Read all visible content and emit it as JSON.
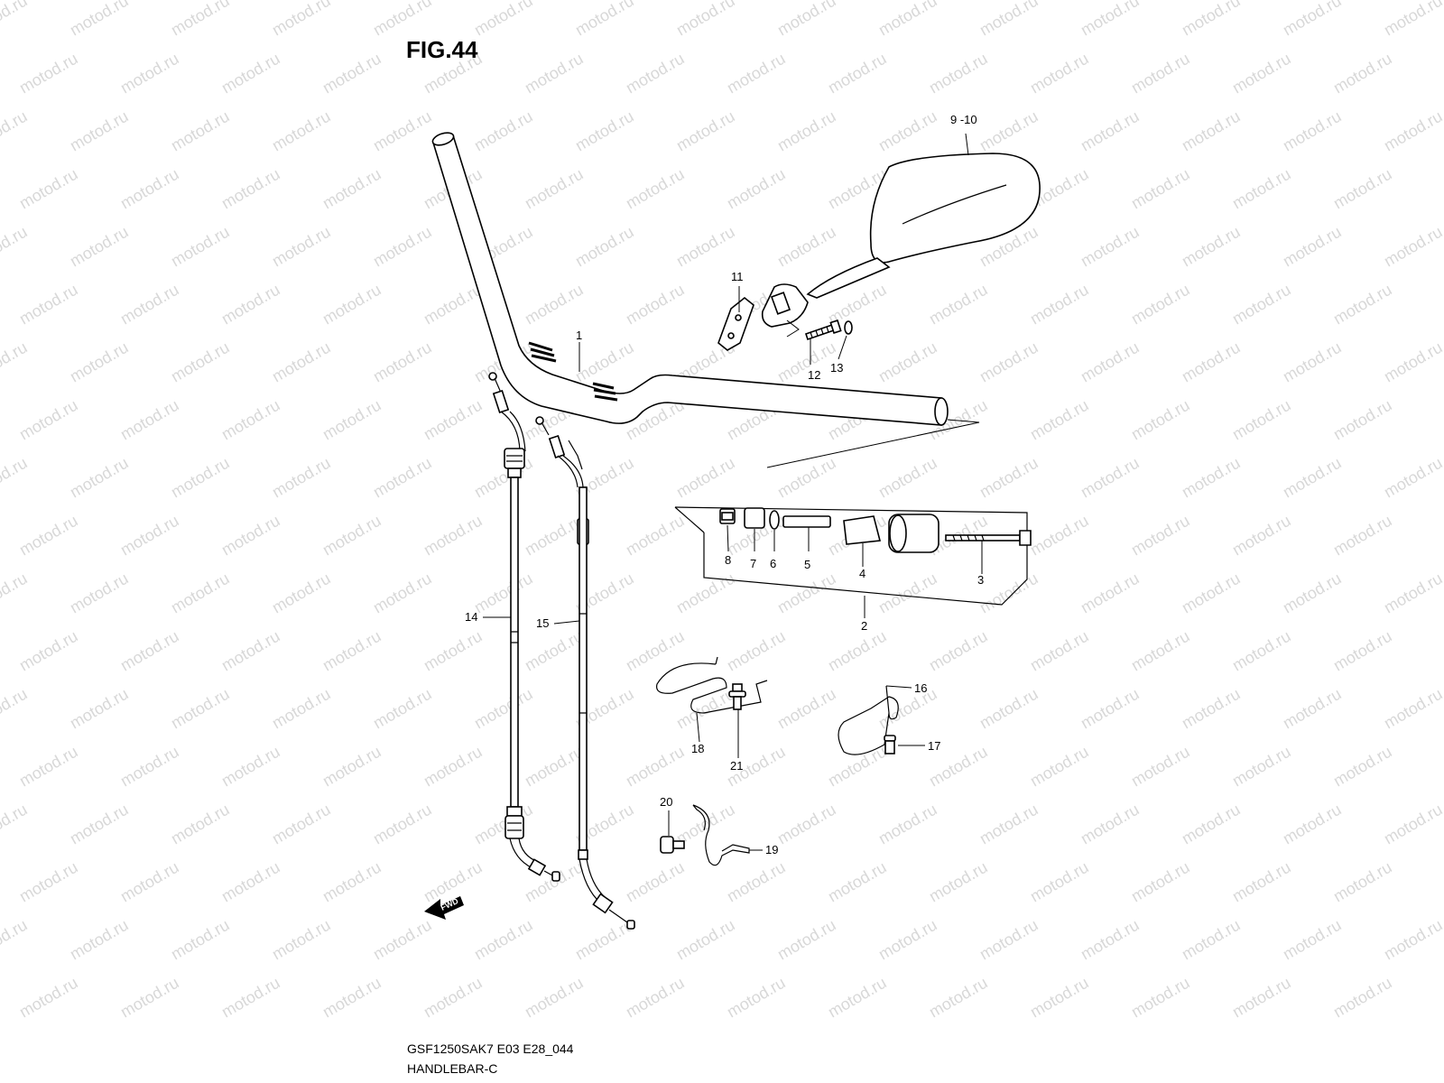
{
  "figure": {
    "title": "FIG.44"
  },
  "watermark": {
    "text": "motod.ru",
    "color": "#d8d8d8"
  },
  "footer": {
    "model_code": "GSF1250SAK7 E03 E28_044",
    "section_name": "HANDLEBAR-C"
  },
  "fwd_arrow": {
    "label": "FWD"
  },
  "callouts": {
    "p1": "1",
    "p2": "2",
    "p3": "3",
    "p4": "4",
    "p5": "5",
    "p6": "6",
    "p7": "7",
    "p8": "8",
    "p9_10": "9 -10",
    "p11": "11",
    "p12": "12",
    "p13": "13",
    "p14": "14",
    "p15": "15",
    "p16": "16",
    "p17": "17",
    "p18": "18",
    "p19": "19",
    "p20": "20",
    "p21": "21"
  }
}
